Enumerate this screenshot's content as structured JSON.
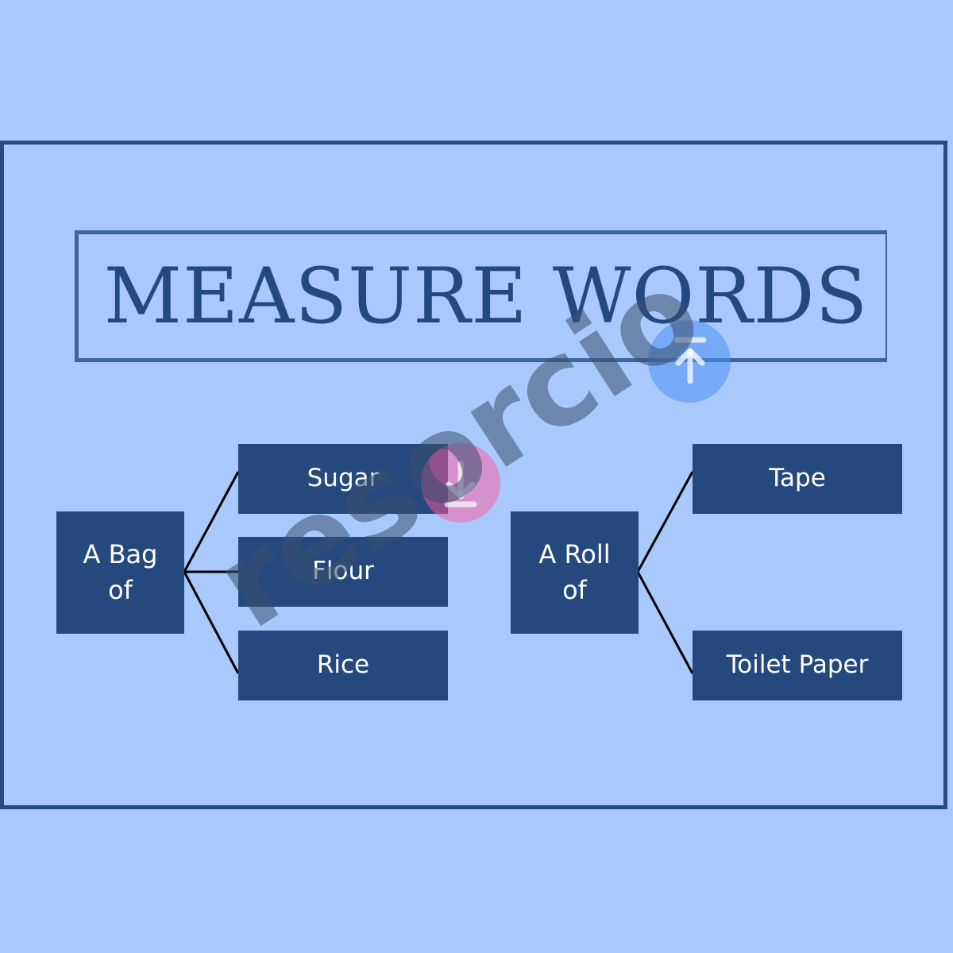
{
  "title": "MEASURE WORDS",
  "groups": [
    {
      "label": "A Bag of",
      "items": [
        "Sugar",
        "Flour",
        "Rice"
      ]
    },
    {
      "label": "A Roll of",
      "items": [
        "Tape",
        "Toilet Paper"
      ]
    }
  ],
  "watermark": {
    "text": "resorcio",
    "icon_down": "arrow-down-icon",
    "icon_up": "arrow-up-icon"
  },
  "colors": {
    "background": "#a9c9fc",
    "box": "#25497d",
    "title": "#234a80",
    "connector": "#000000"
  }
}
